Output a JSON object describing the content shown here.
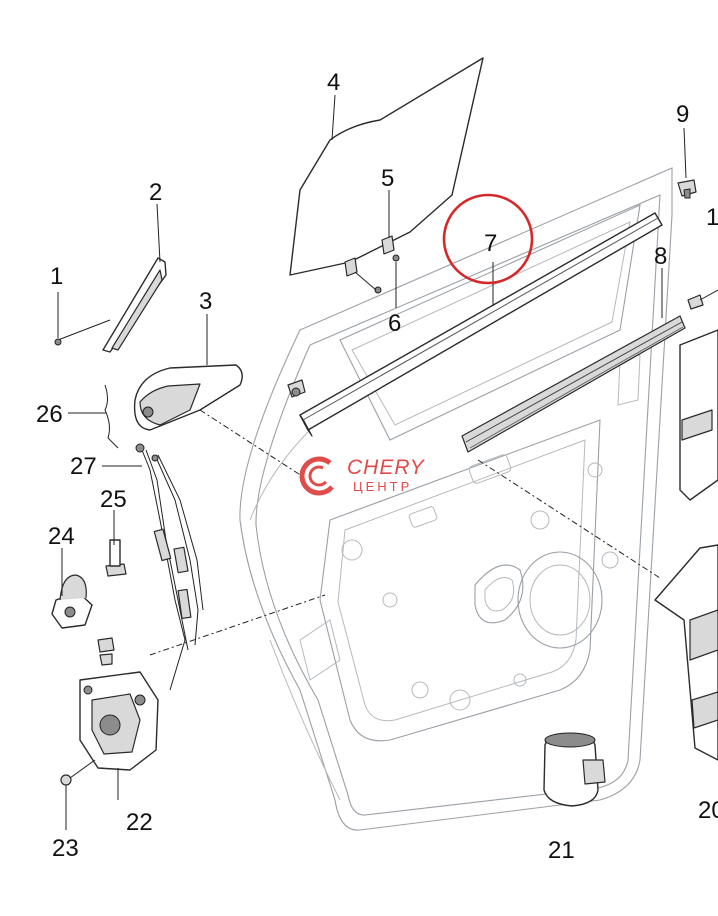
{
  "callouts": {
    "n1": "1",
    "n2": "2",
    "n3": "3",
    "n4": "4",
    "n5": "5",
    "n6": "6",
    "n7": "7",
    "n8": "8",
    "n9": "9",
    "n10": "1",
    "n20": "20",
    "n21": "21",
    "n22": "22",
    "n23": "23",
    "n24": "24",
    "n25": "25",
    "n26": "26",
    "n27": "27"
  },
  "watermark": {
    "brand_top": "CHERY",
    "brand_bottom": "ЦЕНТР",
    "brand_color": "#e24b4b"
  },
  "highlight": {
    "part": "7",
    "color": "#d62828"
  }
}
